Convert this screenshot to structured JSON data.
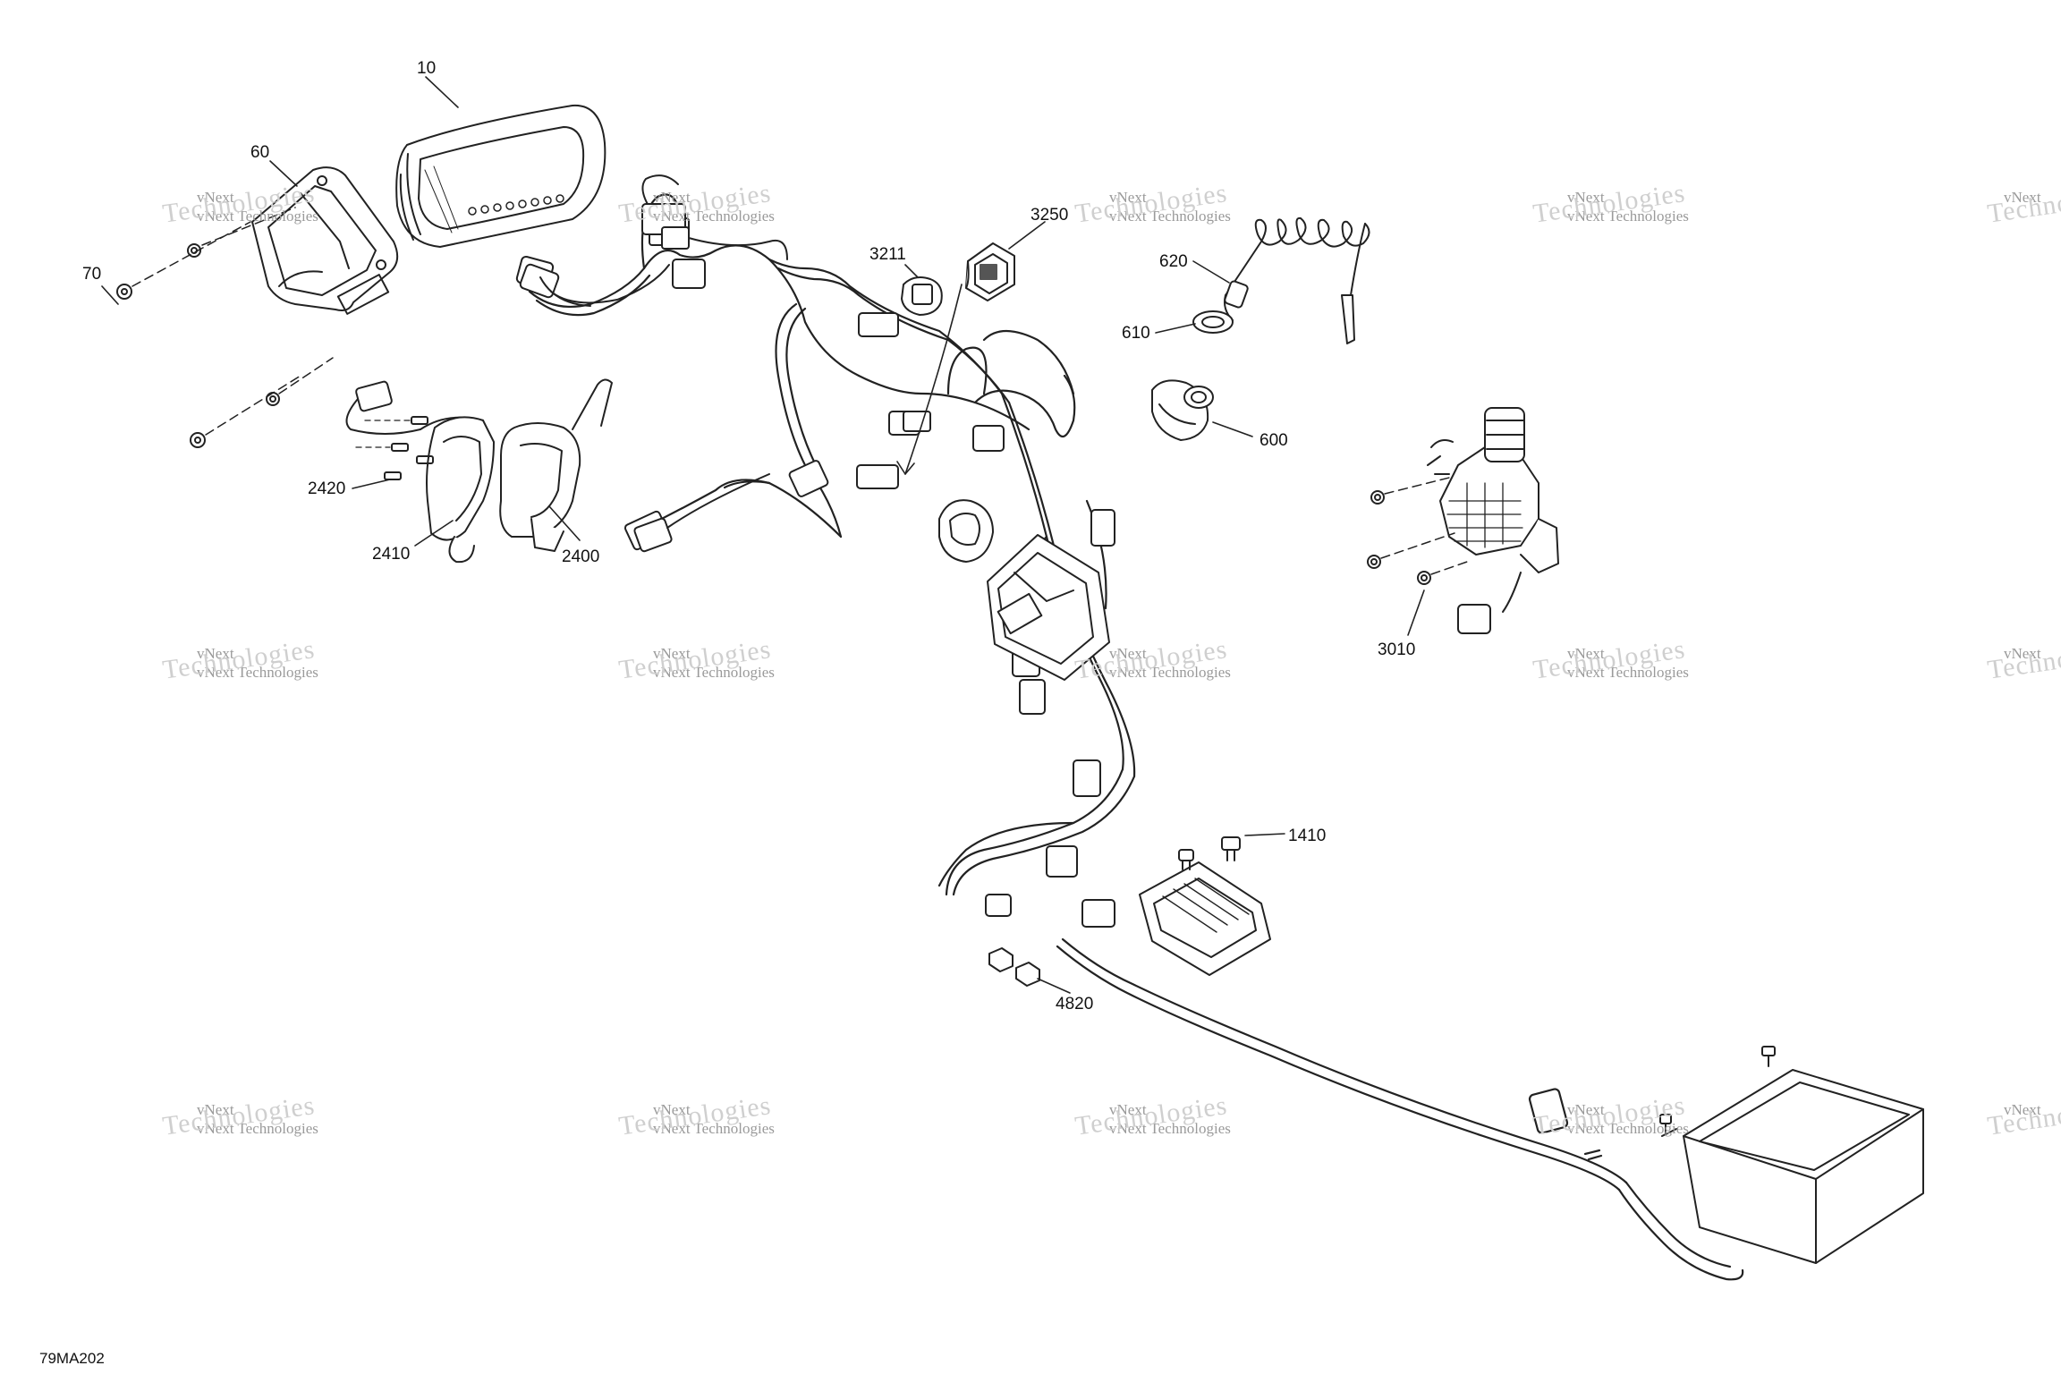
{
  "figure_code": "79MA202",
  "watermark": {
    "top": "vNext",
    "middle": "Technologies",
    "bottom": "vNext Technologies"
  },
  "parts": [
    {
      "id": "p10",
      "label": "10"
    },
    {
      "id": "p60",
      "label": "60"
    },
    {
      "id": "p70",
      "label": "70"
    },
    {
      "id": "p2420",
      "label": "2420"
    },
    {
      "id": "p2410",
      "label": "2410"
    },
    {
      "id": "p2400",
      "label": "2400"
    },
    {
      "id": "p3211",
      "label": "3211"
    },
    {
      "id": "p3250",
      "label": "3250"
    },
    {
      "id": "p620",
      "label": "620"
    },
    {
      "id": "p610",
      "label": "610"
    },
    {
      "id": "p600",
      "label": "600"
    },
    {
      "id": "p3010",
      "label": "3010"
    },
    {
      "id": "p1410",
      "label": "1410"
    },
    {
      "id": "p4820",
      "label": "4820"
    }
  ]
}
